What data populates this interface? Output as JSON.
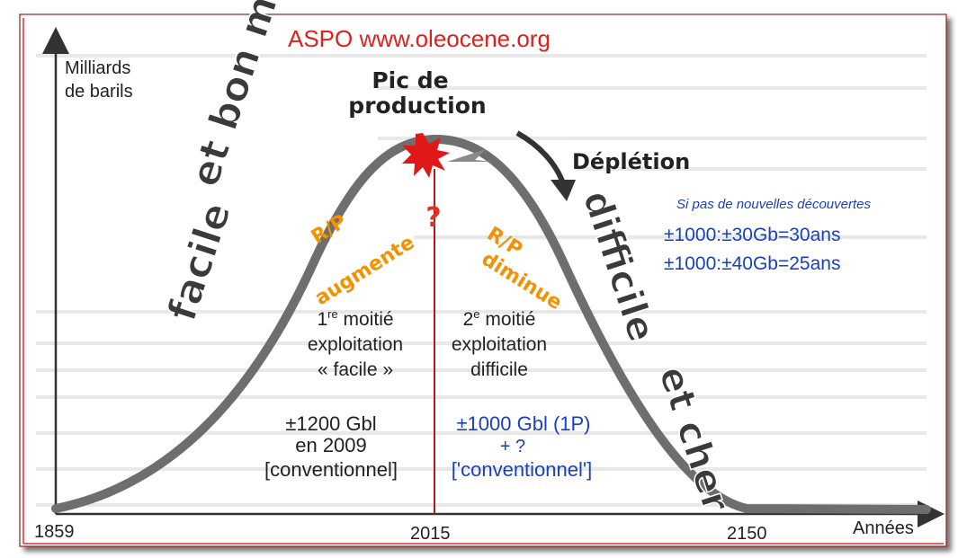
{
  "header": {
    "source": "ASPO www.oleocene.org"
  },
  "axes": {
    "y_label_line1": "Milliards",
    "y_label_line2": "de barils",
    "x_label": "Années",
    "x_ticks": [
      "1859",
      "2015",
      "2150"
    ]
  },
  "peak": {
    "line1": "Pic de",
    "line2": "production",
    "marker": "?"
  },
  "depletion": {
    "label": "Déplétion"
  },
  "scenario": {
    "heading": "Si pas de nouvelles découvertes",
    "line1": "±1000:±30Gb=30ans",
    "line2": "±1000:±40Gb=25ans"
  },
  "slogans": {
    "left_line1": "facile",
    "left_line2": "et bon marché",
    "right_line1": "difficile",
    "right_line2": "et cher"
  },
  "ratios": {
    "left_line1": "R/P",
    "left_line2": "augmente",
    "right_line1": "R/P",
    "right_line2": "diminue"
  },
  "halves": {
    "first_line1_prefix": "1",
    "first_line1_sup": "re",
    "first_line1_suffix": " moitié",
    "first_line2": "exploitation",
    "first_line3": "« facile »",
    "second_line1_prefix": "2",
    "second_line1_sup": "e",
    "second_line1_suffix": " moitié",
    "second_line2": "exploitation",
    "second_line3": "difficile"
  },
  "reserves": {
    "left_line1": "±1200 Gbl",
    "left_line2": "en 2009",
    "left_line3": "[conventionnel]",
    "right_line1": "±1000 Gbl (1P)",
    "right_line2": "+ ?",
    "right_line3": "['conventionnel']"
  },
  "colors": {
    "source_red": "#e0201c",
    "star_red": "#e01818",
    "orange": "#f39200",
    "blue": "#1a3fc0",
    "curve_gray": "#6e6e6e",
    "peak_line": "#b01a1a",
    "frame_red": "#e03030"
  }
}
